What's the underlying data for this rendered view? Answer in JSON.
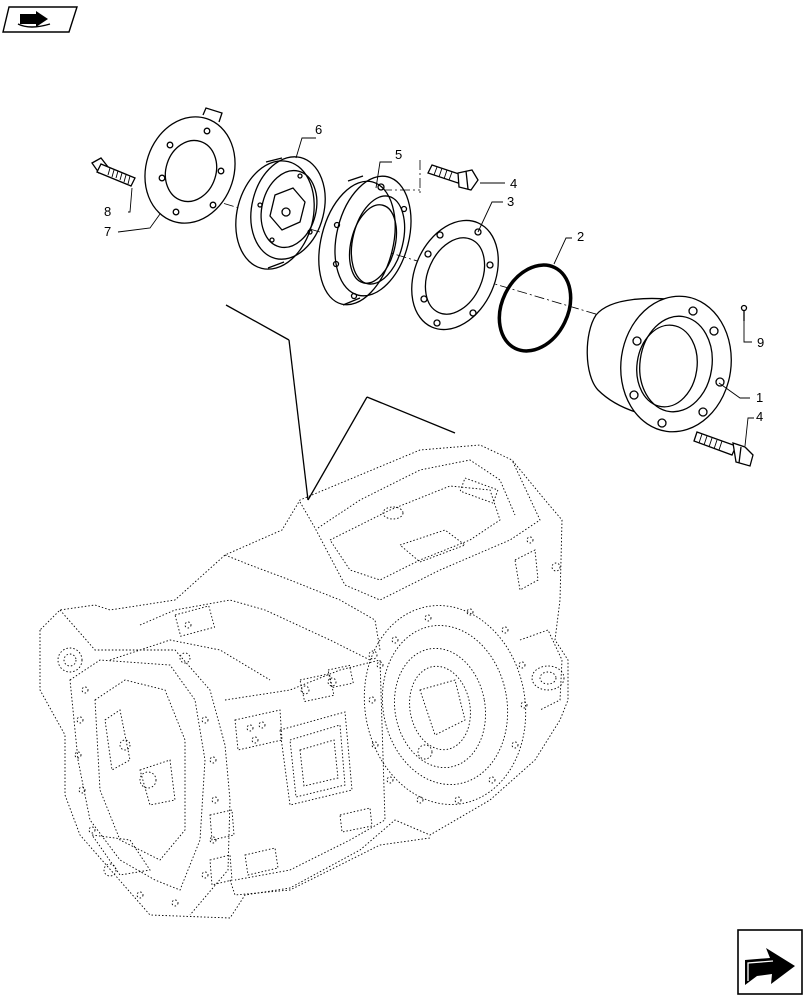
{
  "diagram": {
    "callouts": {
      "c1": "1",
      "c2": "2",
      "c3": "3",
      "c4a": "4",
      "c4b": "4",
      "c5": "5",
      "c6": "6",
      "c7": "7",
      "c8": "8",
      "c9": "9"
    }
  },
  "icons": {
    "top_left": "book-arrow-icon",
    "bottom_right": "next-page-arrow-icon"
  }
}
